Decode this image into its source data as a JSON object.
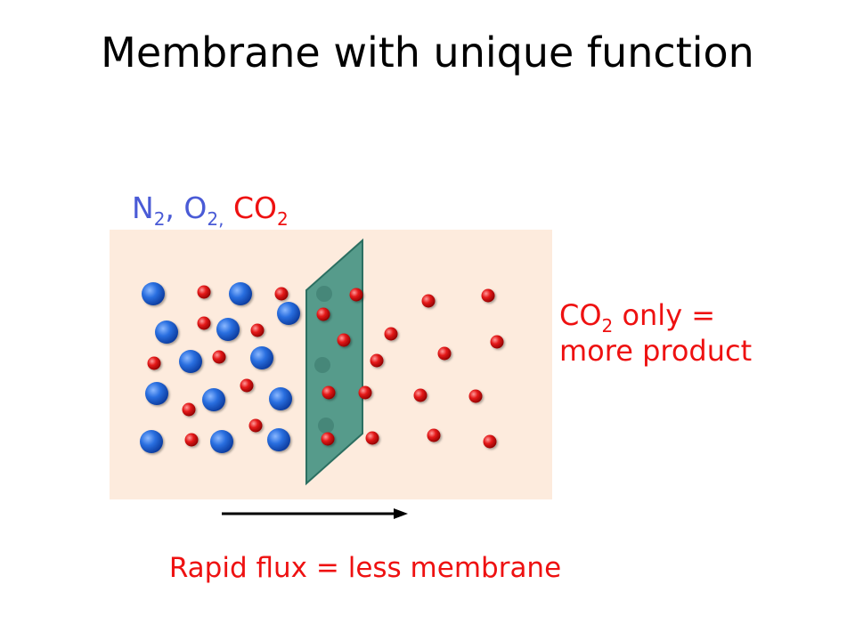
{
  "title": "Membrane with unique function",
  "gases": {
    "n2": "N",
    "n2_sub": "2",
    "n2_sep": ",",
    "o2": "O",
    "o2_sub": "2,",
    "co2": "CO",
    "co2_sub": "2"
  },
  "output_label": {
    "line1_pre": "CO",
    "line1_sub": "2",
    "line1_post": " only =",
    "line2": "more product"
  },
  "flux_label": "Rapid flux = less membrane",
  "colors": {
    "background_panel": "#fdebdd",
    "membrane": "#3f8f7f",
    "large_molecule": "#1f66d1",
    "small_molecule": "#e01515",
    "label_blue": "#4a5bd6",
    "label_red": "#ee1111"
  }
}
